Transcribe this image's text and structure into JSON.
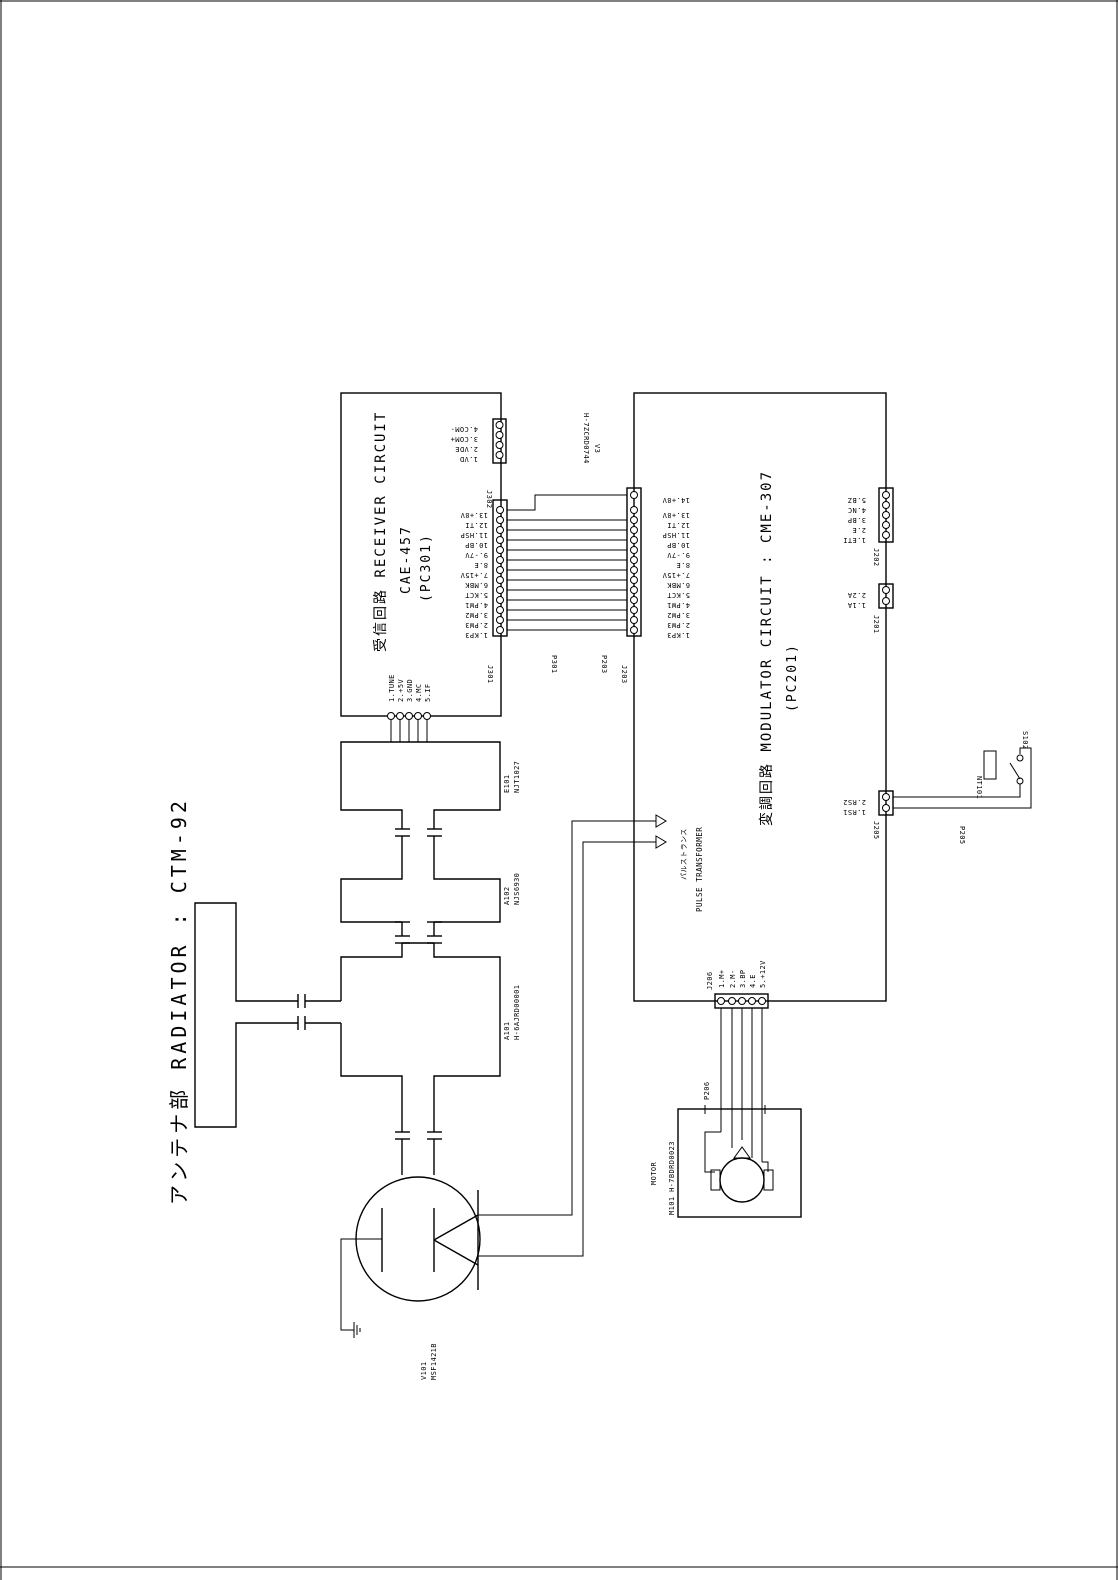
{
  "title": {
    "antenna_unit": "アンテナ部 RADIATOR : CTM-92"
  },
  "receiver": {
    "title": "受信回路 RECEIVER CIRCUIT",
    "model": "CAE-457",
    "pc": "(PC301)",
    "j301": "J301",
    "j302": "J302",
    "j302_pins": [
      "1.VD",
      "2.VDE",
      "3.COM+",
      "4.COM-"
    ],
    "p301": "P301",
    "if_pins": [
      "1.TUNE",
      "2.+5V",
      "3.GND",
      "4.MC",
      "5.IF"
    ]
  },
  "modulator": {
    "title": "変調回路 MODULATOR CIRCUIT : CME-307",
    "pc": "(PC201)",
    "j203": "J203",
    "j201": "J201",
    "j201_pins": [
      "1.1A",
      "2.2A"
    ],
    "j202": "J202",
    "j202_pins": [
      "1.ETI",
      "2.E",
      "3.BP",
      "4.NC",
      "5.BZ"
    ],
    "j205": "J205",
    "j205_pins": [
      "1.RS1",
      "2.RS2"
    ],
    "j206": "J206",
    "j206_pins": [
      "1.M+",
      "2.M-",
      "3.BP",
      "4.E",
      "5.+12V"
    ],
    "p203": "P203",
    "p205": "P205",
    "p206": "P206"
  },
  "harness": {
    "part": "H-7ZCRD0744",
    "variant": "V3",
    "pins": [
      "1.KP3",
      "2.PW3",
      "3.PW2",
      "4.PW1",
      "5.KCT",
      "6.MBK",
      "7.+15V",
      "8.E",
      "9.-7V",
      "10.BP",
      "11.HSP",
      "12.TI",
      "13.+8V"
    ],
    "pin14": "14.+8V"
  },
  "components": {
    "e101_ref": "E101",
    "e101_part": "NJT1027",
    "a102_ref": "A102",
    "a102_part": "NJS6930",
    "a101_ref": "A101",
    "a101_part": "H-6AJRD00001",
    "v101_ref": "V101",
    "v101_part": "MSF1421B",
    "pulse_transformer_jp": "パルストランス",
    "pulse_transformer": "PULSE TRANSFORMER",
    "motor_label": "MOTOR",
    "motor_ref": "M101 H-7BDRD0023",
    "nt101": "NT101",
    "s102": "S102"
  },
  "colors": {
    "ink": "#000000",
    "paper": "#ffffff"
  }
}
